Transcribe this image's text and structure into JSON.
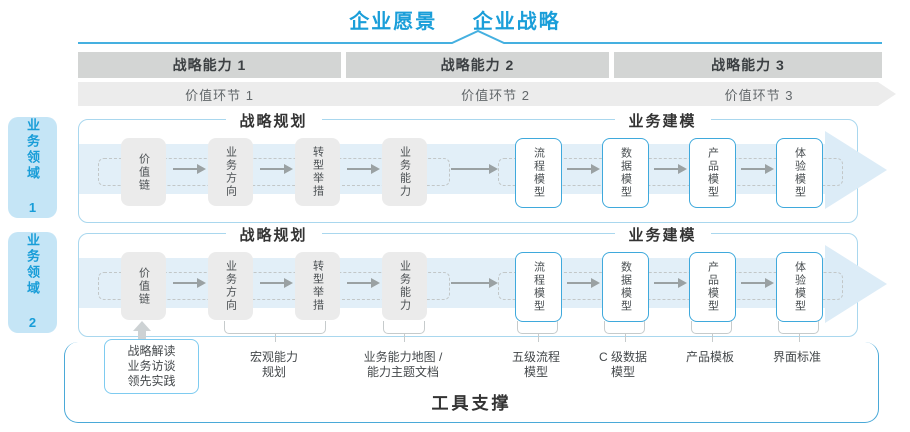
{
  "title": {
    "vision": "企业愿景",
    "strategy": "企业战略"
  },
  "capability_bars": [
    {
      "label": "战略能力 1"
    },
    {
      "label": "战略能力 2"
    },
    {
      "label": "战略能力 3"
    }
  ],
  "value_links": [
    {
      "label": "价值环节 1"
    },
    {
      "label": "价值环节 2"
    },
    {
      "label": "价值环节 3"
    }
  ],
  "domains": [
    {
      "label": "业务领域 1"
    },
    {
      "label": "业务领域 2"
    }
  ],
  "rows": [
    {
      "left_header": "战略规划",
      "right_header": "业务建模",
      "boxes": [
        {
          "label": "价值链"
        },
        {
          "label": "业务方向"
        },
        {
          "label": "转型举措"
        },
        {
          "label": "业务能力"
        },
        {
          "label": "流程模型"
        },
        {
          "label": "数据模型"
        },
        {
          "label": "产品模型"
        },
        {
          "label": "体验模型"
        }
      ]
    },
    {
      "left_header": "战略规划",
      "right_header": "业务建模",
      "boxes": [
        {
          "label": "价值链"
        },
        {
          "label": "业务方向"
        },
        {
          "label": "转型举措"
        },
        {
          "label": "业务能力"
        },
        {
          "label": "流程模型"
        },
        {
          "label": "数据模型"
        },
        {
          "label": "产品模型"
        },
        {
          "label": "体验模型"
        }
      ]
    }
  ],
  "inputs_box": {
    "lines": [
      "战略解读",
      "业务访谈",
      "领先实践"
    ]
  },
  "annotations": [
    {
      "lines": [
        "宏观能力",
        "规划"
      ]
    },
    {
      "lines": [
        "业务能力地图 /",
        "能力主题文档"
      ]
    },
    {
      "lines": [
        "五级流程",
        "模型"
      ]
    },
    {
      "lines": [
        "C 级数据",
        "模型"
      ]
    },
    {
      "lines": [
        "产品模板"
      ]
    },
    {
      "lines": [
        "界面标准"
      ]
    }
  ],
  "tool_support": {
    "label": "工具支撑"
  },
  "colors": {
    "accent_blue": "#1a9ed9",
    "line_blue": "#45b0e0",
    "row_border_blue": "#a9d7ee",
    "band_blue": "#e2eff8",
    "tab_bg": "#c5e5f6",
    "bar_gray": "#d3d5d4",
    "chevron_gray": "#ececec",
    "box_gray": "#ebebeb",
    "box_border_blue": "#3fa9dc",
    "tool_border_blue": "#4aa9d8"
  }
}
